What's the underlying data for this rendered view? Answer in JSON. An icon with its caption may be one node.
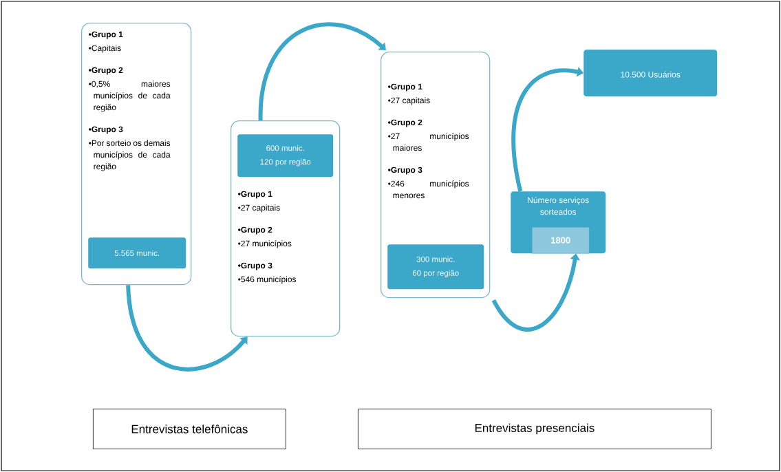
{
  "diagram": {
    "nodes": [
      {
        "text": [
          "•Grupo 1",
          "•Capitais",
          "•Grupo 2",
          "•0,5% maiores municípios de cada região",
          "•Grupo 3",
          "•Por sorteio os demais municípios de cada região"
        ]
      },
      {
        "text": [
          "5.565 munic."
        ],
        "in": 0
      },
      {
        "text": [
          "•Grupo 1",
          "•27 capitais",
          "•Grupo 2",
          "•27 municípios",
          "•Grupo 3",
          "•546 municípios"
        ]
      },
      {
        "text": [
          "600 munic.",
          "120 por região"
        ],
        "in": 2
      },
      {
        "text": [
          "•Grupo 1",
          "•27 capitais",
          "•Grupo 2",
          "•27 municípios maiores",
          "•Grupo 3",
          "•246 municípios menores"
        ]
      },
      {
        "text": [
          "300 munic.",
          "60 por região"
        ],
        "in": 4
      },
      {
        "text": [
          "Número serviços sorteados"
        ]
      },
      {
        "text": [
          "1800"
        ],
        "in": 6
      },
      {
        "text": [
          "10.500 Usuários"
        ]
      },
      {
        "text": [
          "Entrevistas telefônicas"
        ]
      },
      {
        "text": [
          "Entrevistas presenciais"
        ]
      }
    ],
    "edges": [
      {
        "from": 0,
        "to": 2,
        "arrow": "to"
      },
      {
        "from": 2,
        "to": 4,
        "arrow": "to"
      },
      {
        "from": 4,
        "to": 6,
        "arrow": "to"
      },
      {
        "from": 6,
        "to": 8,
        "arrow": "to"
      }
    ]
  }
}
